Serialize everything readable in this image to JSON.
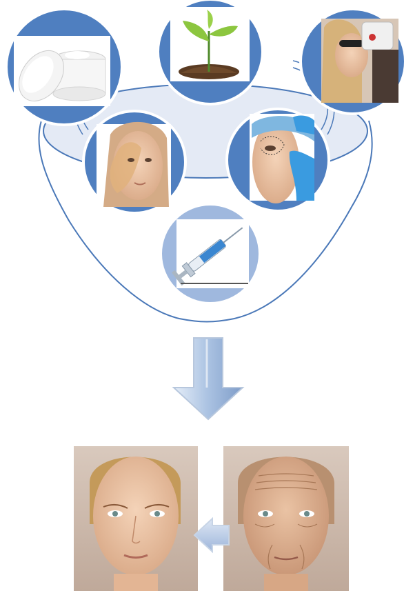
{
  "diagram": {
    "treatments": [
      {
        "id": "cream",
        "icon": "cream-jar-icon"
      },
      {
        "id": "plant",
        "icon": "sprout-icon"
      },
      {
        "id": "laser",
        "icon": "laser-treatment-icon"
      },
      {
        "id": "peel",
        "icon": "face-peel-icon"
      },
      {
        "id": "surgery",
        "icon": "facial-surgery-icon"
      },
      {
        "id": "injection",
        "icon": "syringe-icon"
      }
    ],
    "result": {
      "young_face": "young-face-image",
      "aged_face": "aged-face-image"
    },
    "colors": {
      "circle_blue": "#4f7fc0",
      "light_blue": "#9fb8de",
      "funnel_line": "#4a78b8",
      "funnel_fill": "#e4eaf5",
      "skin": "#e8c4a6",
      "bg_photo": "#c8b4a6"
    }
  }
}
